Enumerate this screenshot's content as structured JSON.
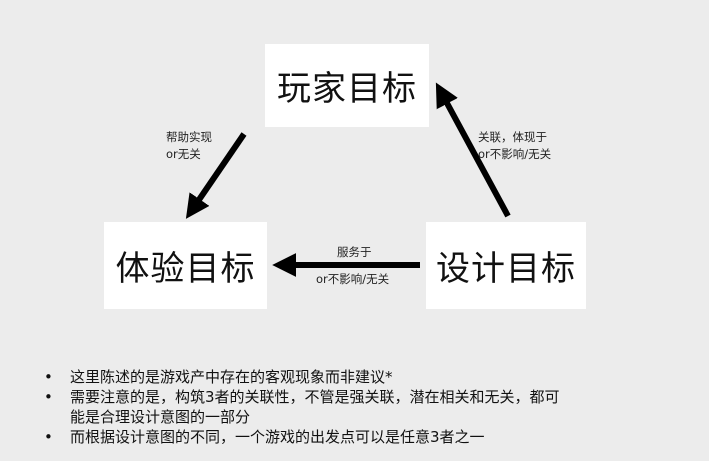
{
  "nodes": {
    "player_goal": "玩家目标",
    "experience_goal": "体验目标",
    "design_goal": "设计目标"
  },
  "edges": {
    "player_to_experience": {
      "line1": "帮助实现",
      "line2": "or无关"
    },
    "design_to_player": {
      "line1": "关联，体现于",
      "line2": "or不影响/无关"
    },
    "design_to_experience": {
      "line1": "服务于",
      "line2": "or不影响/无关"
    }
  },
  "notes": [
    {
      "lines": [
        "这里陈述的是游戏产中存在的客观现象而非建议*"
      ]
    },
    {
      "lines": [
        "需要注意的是，构筑3者的关联性，不管是强关联，潜在相关和无关，都可",
        "能是合理设计意图的一部分"
      ]
    },
    {
      "lines": [
        "而根据设计意图的不同，一个游戏的出发点可以是任意3者之一"
      ]
    }
  ],
  "colors": {
    "background": "#ececec",
    "box": "#ffffff",
    "arrow": "#000000"
  }
}
